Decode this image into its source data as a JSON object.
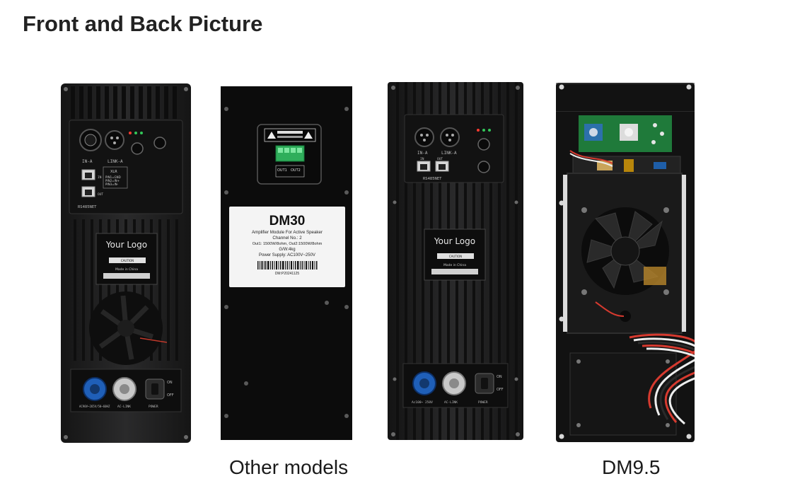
{
  "heading": "Front and Back Picture",
  "captions": {
    "other_models": "Other models",
    "dm95": "DM9.5"
  },
  "panel1": {
    "in_a": "IN-A",
    "link_a": "LINK-A",
    "xlr": "XLR",
    "pins": [
      "PIN1=GND",
      "PIN2=IN+",
      "PIN3=IN-"
    ],
    "in": "IN",
    "out": "OUT",
    "rs485": "RS485NET",
    "logo": "Your Logo",
    "caution": "CAUTION",
    "made_in": "Made in China",
    "on": "ON",
    "off": "OFF",
    "ac_label": "AC90V~265V/50~60HZ",
    "ac_link": "AC-LINK",
    "power": "POWER"
  },
  "panel2": {
    "model": "DM30",
    "lines": [
      "Amplifier Module For Active Speaker",
      "Channel No.: 2",
      "Out1: 1500W/8ohm, Out2:1500W/8ohm",
      "G/W:4kg",
      "Power Supply: AC100V~250V"
    ],
    "barcode_text": "DM:P20241125",
    "out1": "OUT1",
    "out2": "OUT2"
  },
  "panel3": {
    "in_a": "IN-A",
    "link_a": "LINK-A",
    "in": "IN",
    "out": "OUT",
    "rs485": "RS485NET",
    "logo": "Your Logo",
    "caution": "CAUTION",
    "made_in": "Made in China",
    "on": "ON",
    "off": "OFF",
    "ac_label": "Ac100~ 250V",
    "ac_link": "AC-LINK",
    "power": "POWER"
  },
  "colors": {
    "panel_black": "#1b1b1c",
    "plate_black": "#0c0c0c",
    "pcb_green": "#1f7a3a",
    "powercon_blue": "#1f5fb8",
    "powercon_gray": "#c9c9c9",
    "fan_blade": "#2a2a2a"
  }
}
